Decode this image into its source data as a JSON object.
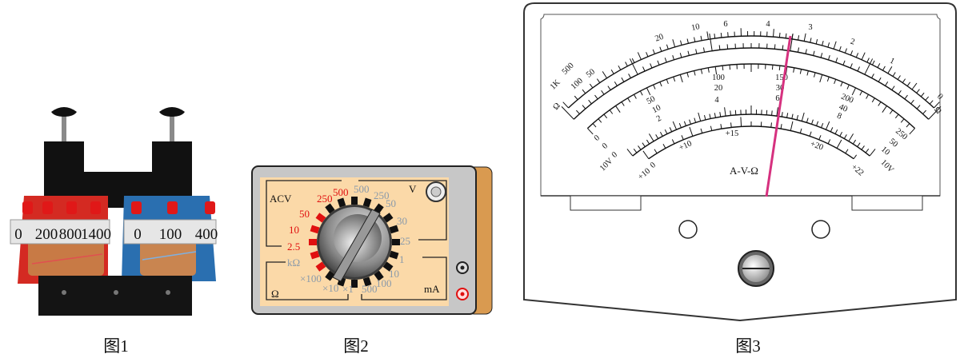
{
  "colors": {
    "pointer": "#d6317f",
    "red_range": "#e01010",
    "gray_range": "#8a9aaa",
    "panel": "#fbd9a8",
    "case": "#c7c7c7",
    "side": "#d99a50",
    "red_plate": "#d42a22",
    "blue_plate": "#2a6fb0"
  },
  "figure1": {
    "caption": "图1",
    "left_terminals": [
      "0",
      "200",
      "800",
      "1400"
    ],
    "right_terminals": [
      "0",
      "100",
      "400"
    ]
  },
  "figure2": {
    "caption": "图2",
    "acv_label": "ACV",
    "acv_ranges": [
      "2.5",
      "10",
      "50",
      "250",
      "500"
    ],
    "ohm_unit": "kΩ",
    "ohm_ranges": [
      "×100",
      "×10",
      "×1"
    ],
    "ohm_label": "Ω",
    "dcv_label": "V",
    "dcv_ranges": [
      "500",
      "250",
      "50",
      "30",
      "25",
      "1"
    ],
    "ma_label": "mA",
    "ma_ranges": [
      "10",
      "100",
      "500"
    ]
  },
  "figure3": {
    "caption": "图3",
    "title": "A-V-Ω",
    "ohm_scale": [
      "1K",
      "500",
      "100",
      "50",
      "20",
      "10",
      "6",
      "4",
      "3",
      "2",
      "1",
      "0"
    ],
    "ohm_symbol": "Ω",
    "dc_scale_250": [
      "0",
      "50",
      "100",
      "150",
      "200",
      "250"
    ],
    "dc_scale_50": [
      "0",
      "10",
      "20",
      "30",
      "40",
      "50"
    ],
    "dc_scale_10": [
      "0",
      "2",
      "4",
      "6",
      "8",
      "10"
    ],
    "ac_10v_label": "10V",
    "db_scale": [
      "+10",
      "0",
      "+10",
      "+15",
      "+20",
      "+22"
    ]
  }
}
